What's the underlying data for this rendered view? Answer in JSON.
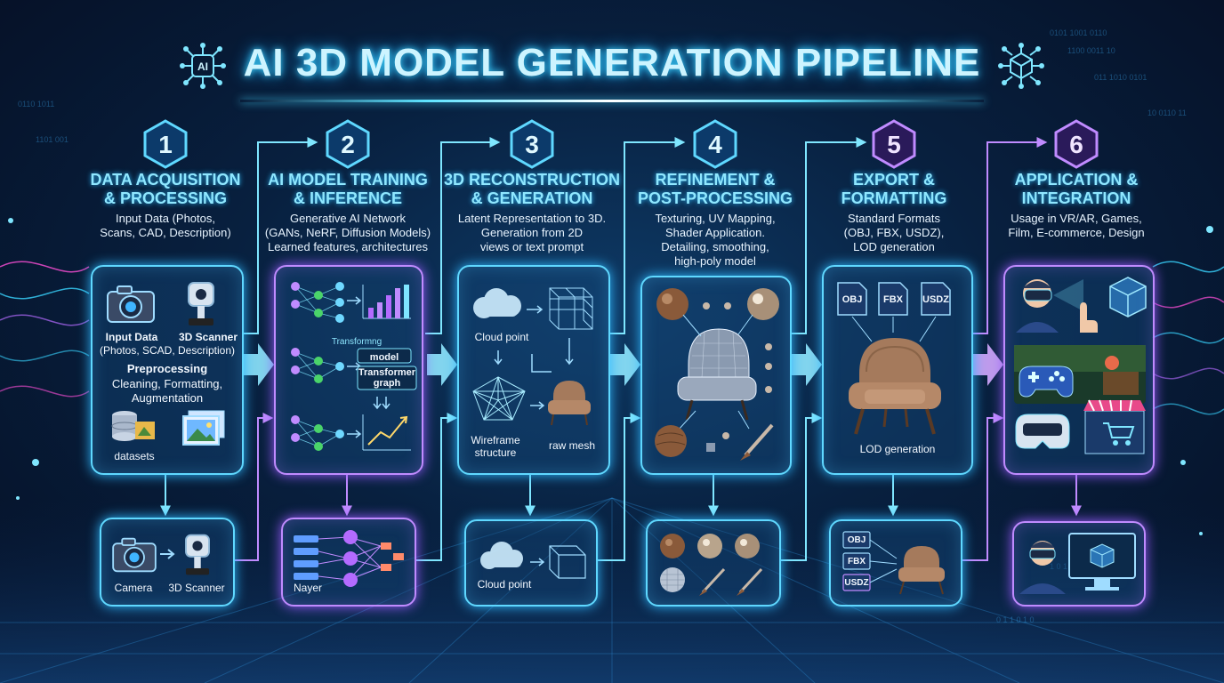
{
  "title": "AI 3D MODEL GENERATION PIPELINE",
  "header_icons": {
    "left": "ai-network-icon",
    "left_text": "AI",
    "right": "3d-cube-network-icon"
  },
  "stages": [
    {
      "number": "1",
      "title_line1": "DATA ACQUISITION",
      "title_line2": "& PROCESSING",
      "desc": [
        "Input Data (Photos,",
        "Scans, CAD, Description)"
      ],
      "main_panel": {
        "input_label": "Input Data",
        "input_sub": "(Photos, SCAD, Description)",
        "scanner_label": "3D Scanner",
        "preprocessing": "Preprocessing",
        "preprocessing_sub1": "Cleaning, Formatting,",
        "preprocessing_sub2": "Augmentation",
        "datasets": "datasets"
      },
      "sub_panel": {
        "camera": "Camera",
        "scanner": "3D Scanner"
      },
      "color": "#2fb8ff"
    },
    {
      "number": "2",
      "title_line1": "AI MODEL TRAINING",
      "title_line2": "& INFERENCE",
      "desc": [
        "Generative AI Network",
        "(GANs, NeRF, Diffusion Models)",
        "Learned features, architectures"
      ],
      "main_panel": {
        "transforming": "Transformng",
        "model": "model",
        "transformer": "Transformer",
        "graph": "graph"
      },
      "sub_panel": {
        "label": "Nayer"
      },
      "color": "#2fb8ff"
    },
    {
      "number": "3",
      "title_line1": "3D RECONSTRUCTION",
      "title_line2": "& GENERATION",
      "desc": [
        "Latent Representation to 3D.",
        "Generation from 2D",
        "views or text prompt"
      ],
      "main_panel": {
        "cloud": "Cloud point",
        "wireframe1": "Wireframe",
        "wireframe2": "structure",
        "raw_mesh": "raw mesh"
      },
      "sub_panel": {
        "cloud": "Cloud point"
      },
      "color": "#2fb8ff"
    },
    {
      "number": "4",
      "title_line1": "REFINEMENT &",
      "title_line2": "POST-PROCESSING",
      "desc": [
        "Texturing, UV Mapping,",
        "Shader Application.",
        "Detailing, smoothing,",
        "high-poly model"
      ],
      "main_panel": {},
      "sub_panel": {},
      "color": "#2fb8ff"
    },
    {
      "number": "5",
      "title_line1": "EXPORT &",
      "title_line2": "FORMATTING",
      "desc": [
        "Standard Formats",
        "(OBJ, FBX, USDZ),",
        "LOD generation"
      ],
      "main_panel": {
        "formats": [
          "OBJ",
          "FBX",
          "USDZ"
        ],
        "lod": "LOD generation"
      },
      "sub_panel": {
        "formats": [
          "OBJ",
          "FBX",
          "USDZ"
        ]
      },
      "color": "#a66bff"
    },
    {
      "number": "6",
      "title_line1": "APPLICATION &",
      "title_line2": "INTEGRATION",
      "desc": [
        "Usage in VR/AR, Games,",
        "Film, E-commerce, Design"
      ],
      "main_panel": {},
      "sub_panel": {},
      "color": "#a66bff"
    }
  ],
  "colors": {
    "accent_cyan": "#5fd8ff",
    "accent_purple": "#c08bff",
    "background": "#08203f",
    "chair": "#b58868"
  }
}
